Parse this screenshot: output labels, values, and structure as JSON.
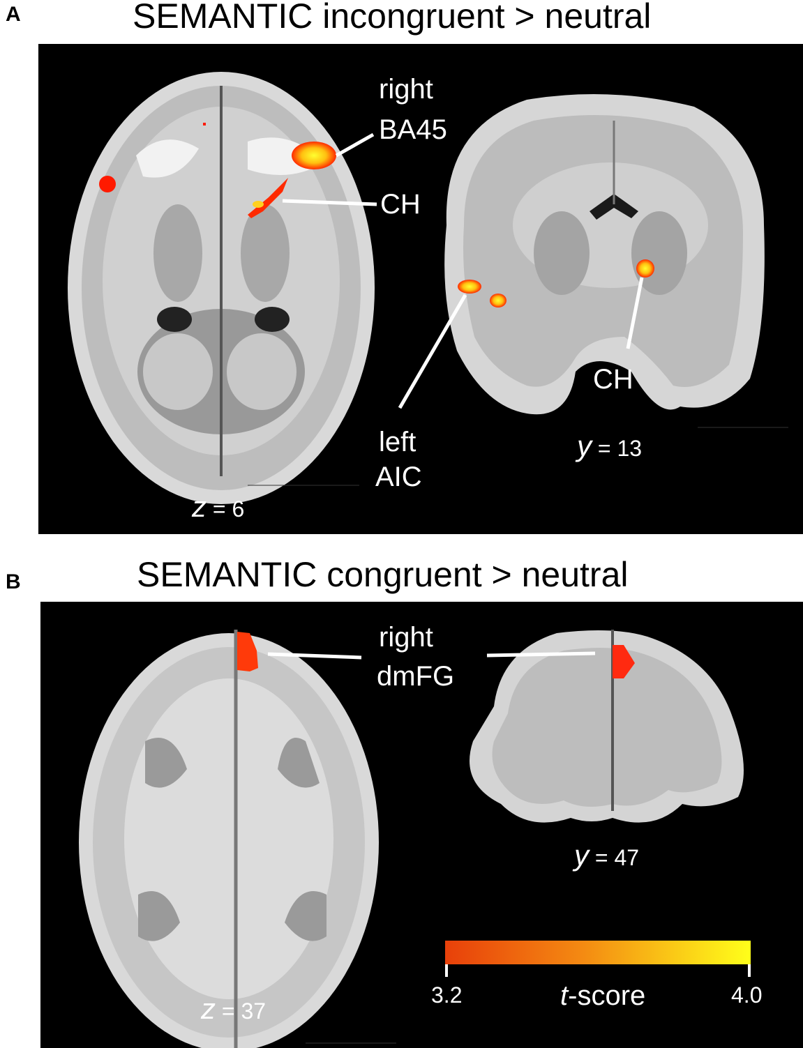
{
  "panel_a": {
    "letter": "A",
    "title": "SEMANTIC incongruent > neutral",
    "labels": {
      "ba45_line1": "right",
      "ba45_line2": "BA45",
      "ch_axial": "CH",
      "ch_coronal": "CH",
      "aic_line1": "left",
      "aic_line2": "AIC"
    },
    "coords": {
      "axial_axis": "z",
      "axial_value": "= 6",
      "coronal_axis": "y",
      "coronal_value": "= 13"
    }
  },
  "panel_b": {
    "letter": "B",
    "title": "SEMANTIC congruent > neutral",
    "labels": {
      "dmfg_line1": "right",
      "dmfg_line2": "dmFG"
    },
    "coords": {
      "axial_axis": "z",
      "axial_value": "= 37",
      "coronal_axis": "y",
      "coronal_value": "= 47"
    }
  },
  "colorbar": {
    "min_label": "3.2",
    "max_label": "4.0",
    "title_italic": "t",
    "title_rest": "-score",
    "color_low": "#e8400a",
    "color_mid": "#f48a12",
    "color_high": "#ffff1a"
  }
}
